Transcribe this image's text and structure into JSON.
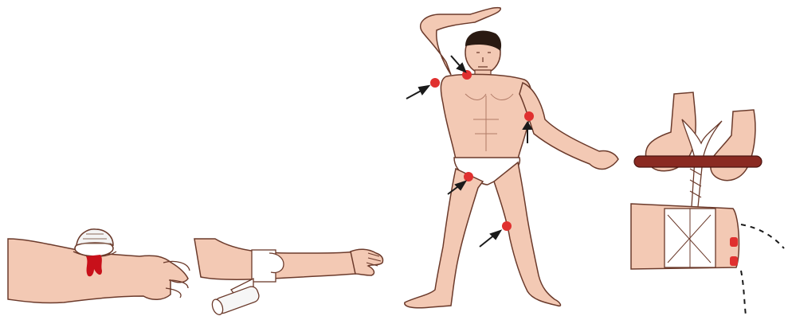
{
  "panels": [
    {
      "id": "wound-pressure",
      "icon": "bleeding-forearm-with-gauze-pad-illustration"
    },
    {
      "id": "bandage-wrap",
      "icon": "forearm-with-roller-bandage-illustration"
    },
    {
      "id": "pressure-points",
      "icon": "human-figure-with-pressure-points-illustration"
    },
    {
      "id": "tourniquet",
      "icon": "tourniquet-twisting-with-stick-illustration"
    }
  ],
  "colors": {
    "skin": "#f3c9b4",
    "skin_shade": "#e3a88f",
    "outline": "#6b3a2b",
    "blood": "#c8101a",
    "point": "#e0302f",
    "bandage": "#ffffff",
    "stick": "#8a2a22"
  }
}
